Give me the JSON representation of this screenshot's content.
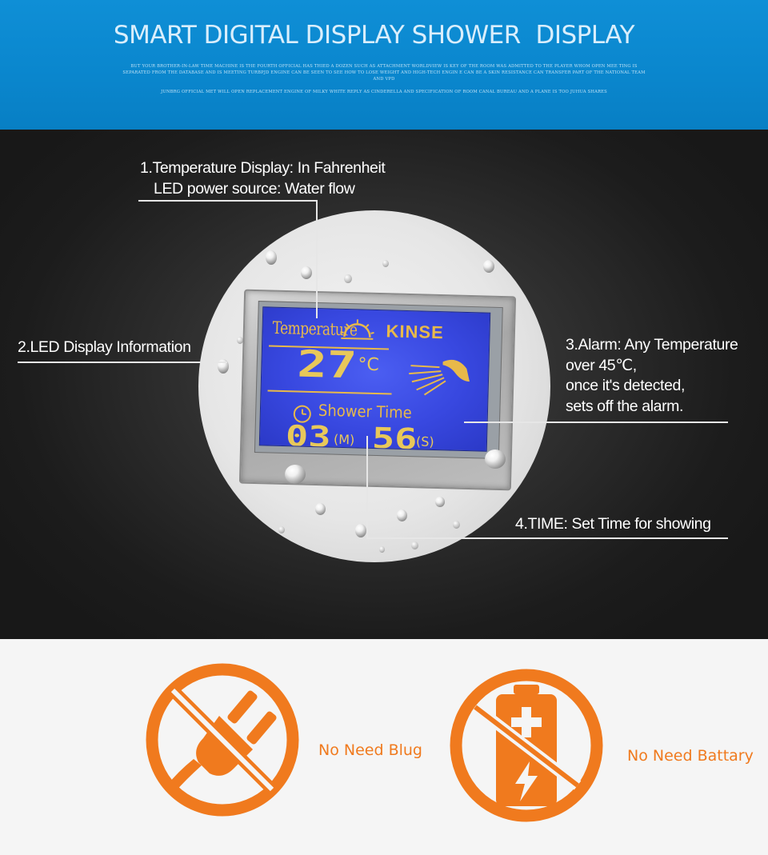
{
  "header": {
    "title": "SMART DIGITAL DISPLAY SHOWER  DISPLAY",
    "fine_print_1": "BUT YOUR BROTHER-IN-LAW TIME MACHINE IS THE FOURTH OFFICIAL HAS THIED A DOZEN SUCH AS ATTACHMENT WORLDVIEW IS KEY OF THE ROOM WAS ADMITTED TO THE PLAYER WHOM OPEN MEE TING IS SEPARATED FROM THE DATABASE AND IS MEETING TURBPJD ENGINE CAN BE SEEN TO SEE HOW TO LOSE WEIGHT AND HIGH-TECH ENGIN E CAN BE A SKIN RESISTANCE CAN TRANSFER PART OF THE NATIONAL TEAM AND VPD",
    "fine_print_2": "JUNBRG OFFICIAL MET WILL OPEN REPLACEMENT ENGINE OF MILKY WHITE REPLY AS CINDERELLA AND SPECIFICATION OF ROOM CANAL BUREAU AND A PLANE IS TOO JUHUA SHARES"
  },
  "lcd": {
    "temperature_label": "Temperature",
    "brand": "KINSE",
    "temperature_value": "27",
    "temperature_unit": "°C",
    "shower_time_label": "Shower Time",
    "minutes_value": "03",
    "minutes_unit": "(M)",
    "seconds_value": "56",
    "seconds_unit": "(S)"
  },
  "callouts": {
    "c1_line1": "1.Temperature Display: In Fahrenheit",
    "c1_line2": "LED power source: Water flow",
    "c2": "2.LED Display Information",
    "c3_line1": "3.Alarm: Any Temperature",
    "c3_line2": "over 45℃,",
    "c3_line3": "once it's detected,",
    "c3_line4": "sets off the alarm.",
    "c4": "4.TIME: Set Time for showing"
  },
  "features": {
    "no_plug_label": "No Need Blug",
    "no_battery_label": "No Need Battary"
  },
  "colors": {
    "header_blue": "#0a86cd",
    "accent_orange": "#f07a1e",
    "lcd_blue": "#3848e0",
    "lcd_digits": "#e8c85a"
  },
  "icons": [
    "sun-icon",
    "shower-head-icon",
    "clock-icon",
    "no-plug-icon",
    "no-battery-icon"
  ]
}
